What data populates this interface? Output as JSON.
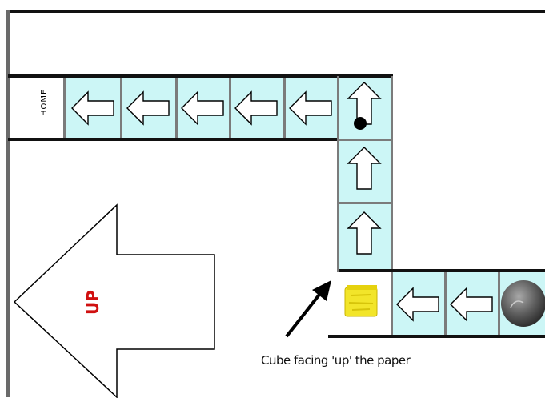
{
  "board": {
    "home_label": "HOME",
    "start_label": "UP",
    "caption": "Cube facing 'up' the paper",
    "track_color": "#ccf6f6",
    "start_label_color": "#d01010",
    "cube_color": "#f2e52a",
    "path_arrows": [
      "left-arrow",
      "left-arrow",
      "left-arrow",
      "left-arrow",
      "left-arrow",
      "up-arrow",
      "up-arrow",
      "up-arrow",
      "left-arrow",
      "left-arrow"
    ]
  }
}
